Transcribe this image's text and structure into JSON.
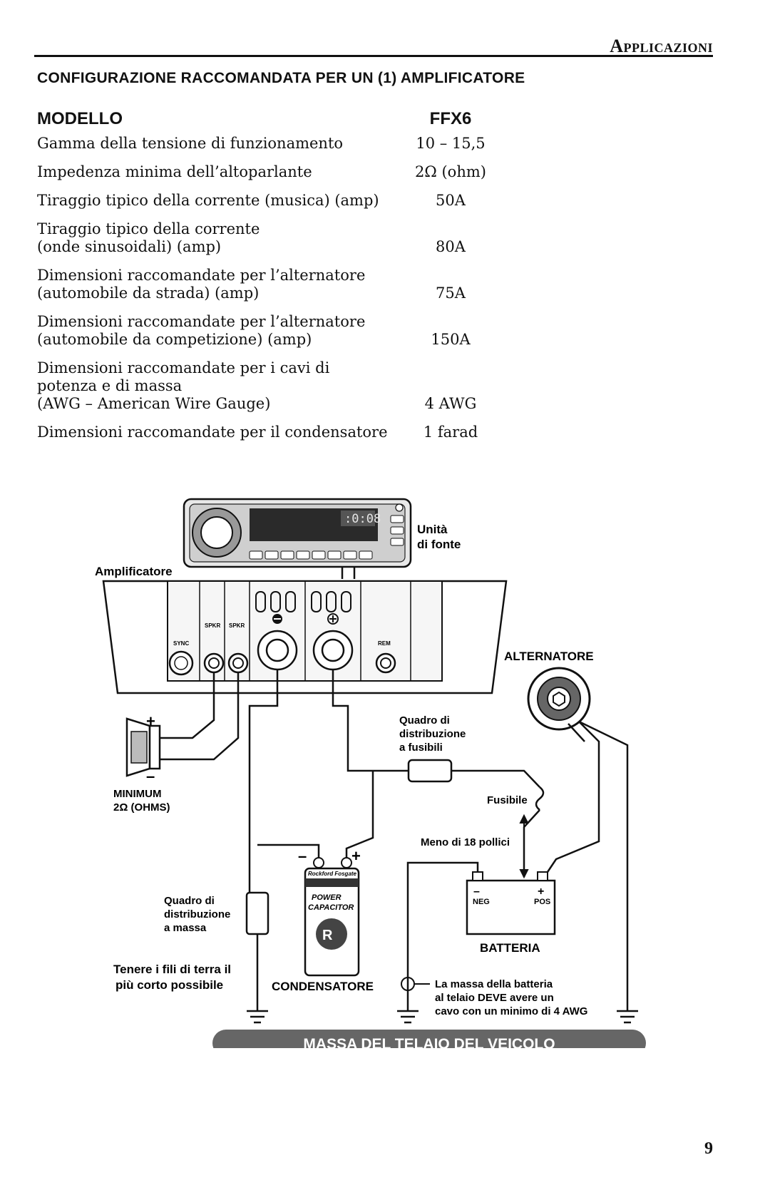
{
  "header": {
    "section": "Applicazioni"
  },
  "section_title": "CONFIGURAZIONE RACCOMANDATA PER UN (1) AMPLIFICATORE",
  "spec_table": {
    "label_header": "MODELLO",
    "model": "FFX6",
    "rows": [
      {
        "label": "Gamma della tensione di funzionamento",
        "value": "10 – 15,5"
      },
      {
        "label": "Impedenza minima dell’altoparlante",
        "value": "2Ω (ohm)"
      },
      {
        "label": "Tiraggio tipico della corrente (musica) (amp)",
        "value": "50A"
      },
      {
        "label": "Tiraggio tipico della corrente\n(onde sinusoidali) (amp)",
        "value": "80A"
      },
      {
        "label": "Dimensioni raccomandate per l’alternatore\n(automobile da strada) (amp)",
        "value": "75A"
      },
      {
        "label": "Dimensioni raccomandate per l’alternatore\n(automobile da competizione) (amp)",
        "value": "150A"
      },
      {
        "label": "Dimensioni raccomandate per i cavi di\npotenza e di massa\n(AWG – American Wire Gauge)",
        "value": "4 AWG"
      },
      {
        "label": "Dimensioni raccomandate per il condensatore",
        "value": "1 farad"
      }
    ]
  },
  "diagram": {
    "source_unit_1": "Unità",
    "source_unit_2": "di fonte",
    "amplifier": "Amplificatore",
    "alternator": "ALTERNATORE",
    "term_sync": "SYNC",
    "term_spkr": "SPKR",
    "term_rem": "REM",
    "fuse_block_1": "Quadro di",
    "fuse_block_2": "distribuzione",
    "fuse_block_3": "a fusibili",
    "fuse": "Fusibile",
    "less_than": "Meno di 18 pollici",
    "min_1": "MINIMUM",
    "min_2": "2Ω (OHMS)",
    "ground_block_1": "Quadro di",
    "ground_block_2": "distribuzione",
    "ground_block_3": "a massa",
    "short_ground_1": "Tenere i fili di terra il",
    "short_ground_2": "più corto possibile",
    "capacitor": "CONDENSATORE",
    "cap_brand": "Rockford Fosgate",
    "cap_name_1": "POWER",
    "cap_name_2": "CAPACITOR",
    "battery": "BATTERIA",
    "neg": "NEG",
    "pos": "POS",
    "batt_ground_1": "La massa della batteria",
    "batt_ground_2": "al telaio DEVE avere un",
    "batt_ground_3": "cavo con un minimo di 4 AWG",
    "chassis_ground": "MASSA DEL TELAIO DEL VEICOLO",
    "plus": "+",
    "minus": "–"
  },
  "page_number": "9"
}
